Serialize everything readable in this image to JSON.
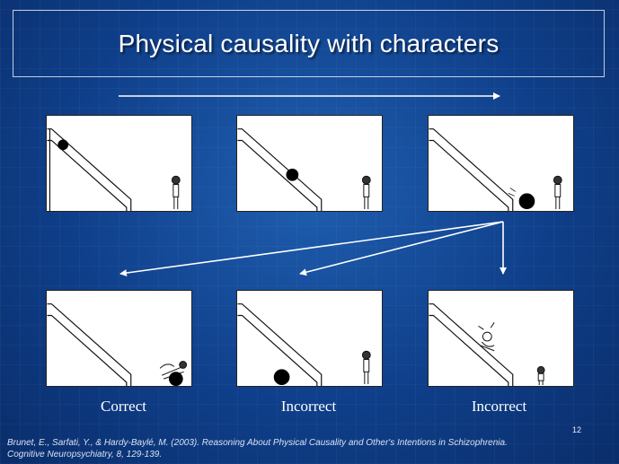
{
  "slide": {
    "title": "Physical causality with characters",
    "page_number": "12",
    "citation_line1": "Brunet, E., Sarfati, Y., & Hardy-Baylé, M. (2003). Reasoning About Physical Causality and Other's Intentions in Schizophrenia.",
    "citation_line2": "Cognitive Neuropsychiatry, 8, 129-139."
  },
  "options": [
    {
      "label": "Correct"
    },
    {
      "label": "Incorrect"
    },
    {
      "label": "Incorrect"
    }
  ]
}
